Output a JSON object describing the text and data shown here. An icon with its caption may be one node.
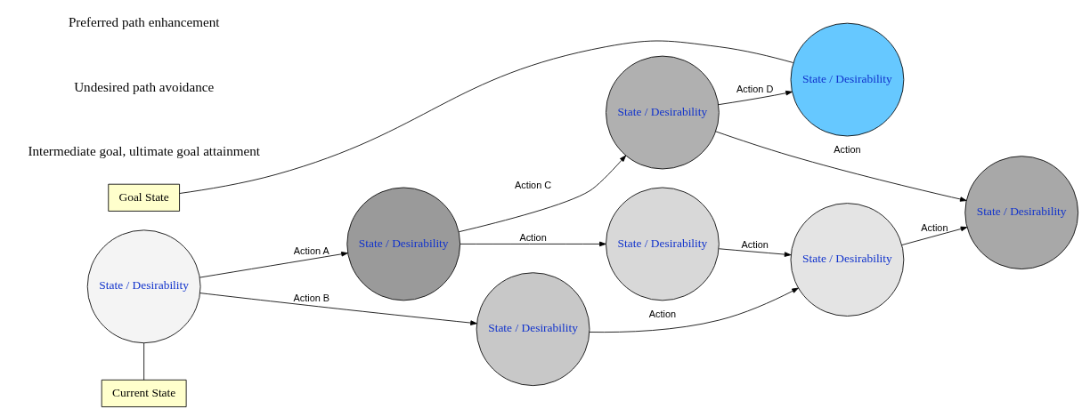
{
  "diagram": {
    "nodes": [
      {
        "text": [
          "Goal State"
        ]
      },
      {
        "text": [
          "State / Desirability"
        ]
      },
      {
        "text": [
          "State / Desirability"
        ]
      },
      {
        "text": [
          "State / Desirability"
        ]
      },
      {
        "text": [
          "State / Desirability"
        ]
      },
      {
        "text": [
          "State / Desirability"
        ]
      },
      {
        "text": [
          "State / Desirability"
        ]
      },
      {
        "text": [
          "State / Desirability"
        ]
      },
      {
        "text": [
          "State / Desirability"
        ]
      },
      {
        "text": [
          "Current State"
        ]
      }
    ],
    "edges": [
      {
        "from": 0,
        "to": 1,
        "arrow": "none"
      },
      {
        "from": 2,
        "to": 3,
        "label": "Action A",
        "arrow": "to"
      },
      {
        "from": 2,
        "to": 7,
        "label": "Action B",
        "arrow": "to"
      },
      {
        "from": 3,
        "to": 4,
        "label": "Action C",
        "arrow": "to"
      },
      {
        "from": 3,
        "to": 5,
        "label": "Action",
        "arrow": "to"
      },
      {
        "from": 4,
        "to": 1,
        "label": "Action D",
        "arrow": "to"
      },
      {
        "from": 4,
        "to": 6,
        "label": "Action",
        "arrow": "to"
      },
      {
        "from": 5,
        "to": 8,
        "label": "Action",
        "arrow": "to"
      },
      {
        "from": 7,
        "to": 8,
        "label": "Action",
        "arrow": "to"
      },
      {
        "from": 8,
        "to": 6,
        "label": "Action",
        "arrow": "to"
      },
      {
        "from": 9,
        "to": 2,
        "arrow": "none"
      }
    ],
    "labels": [
      "Preferred path enhancement",
      "Undesired path avoidance",
      "Intermediate goal, ultimate goal attainment"
    ]
  }
}
